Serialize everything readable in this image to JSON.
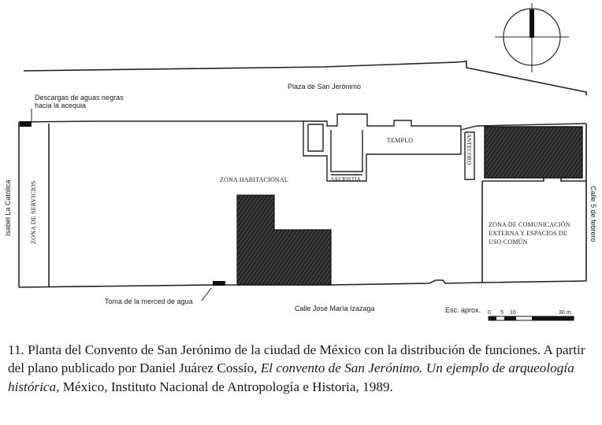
{
  "plan": {
    "street_north": "Plaza de San Jerónimo",
    "street_south": "Calle José María Izazaga",
    "street_west": "Isabel La Católica",
    "street_east": "Calle 5 de febrero",
    "note_drain_line1": "Descargas de aguas negras",
    "note_drain_line2": "hacia la acequia",
    "note_water": "Toma de la merced de agua",
    "zone_services": "ZONA DE SERVICIOS",
    "zone_housing": "ZONA HABITACIONAL",
    "temple": "TEMPLO",
    "sacristy": "SACRISTÍA",
    "antechoir": "ANTECORO",
    "zone_common_line1": "ZONA DE COMUNICACIÓN",
    "zone_common_line2": "EXTERNA Y ESPACIOS DE",
    "zone_common_line3": "USO COMÚN"
  },
  "scale": {
    "label": "Esc. aprox.",
    "ticks": [
      "0",
      "5",
      "10",
      "30 m."
    ]
  },
  "caption": {
    "number": "11.",
    "part1": "Planta del Convento de San Jerónimo de la ciudad de México con la distribución de funciones. A partir del plano publicado por Daniel Juárez Cossío, ",
    "book_title": "El convento de San Jerónimo. Un ejemplo de arqueología histórica",
    "part2": ", México, Instituto Nacional de Antropología e Historia, 1989."
  }
}
